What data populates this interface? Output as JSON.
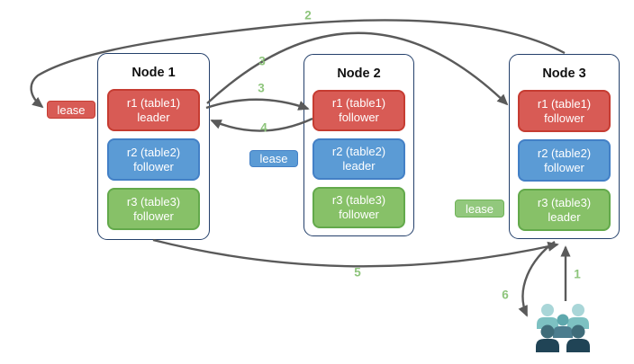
{
  "nodes": [
    {
      "title": "Node 1",
      "replicas": [
        {
          "name": "r1 (table1)",
          "role": "leader",
          "color": "red"
        },
        {
          "name": "r2 (table2)",
          "role": "follower",
          "color": "blue"
        },
        {
          "name": "r3 (table3)",
          "role": "follower",
          "color": "green"
        }
      ]
    },
    {
      "title": "Node 2",
      "replicas": [
        {
          "name": "r1 (table1)",
          "role": "follower",
          "color": "red"
        },
        {
          "name": "r2 (table2)",
          "role": "leader",
          "color": "blue"
        },
        {
          "name": "r3 (table3)",
          "role": "follower",
          "color": "green"
        }
      ]
    },
    {
      "title": "Node 3",
      "replicas": [
        {
          "name": "r1 (table1)",
          "role": "follower",
          "color": "red"
        },
        {
          "name": "r2 (table2)",
          "role": "follower",
          "color": "blue"
        },
        {
          "name": "r3 (table3)",
          "role": "leader",
          "color": "green"
        }
      ]
    }
  ],
  "leases": [
    {
      "label": "lease",
      "color": "red"
    },
    {
      "label": "lease",
      "color": "blue"
    },
    {
      "label": "lease",
      "color": "green"
    }
  ],
  "steps": {
    "s1": "1",
    "s2": "2",
    "s3a": "3",
    "s3b": "3",
    "s4": "4",
    "s5": "5",
    "s6": "6"
  },
  "icons": {
    "users": "users-icon"
  },
  "colors": {
    "replica_red": "#D85B55",
    "replica_red_border": "#C63C32",
    "replica_blue": "#5B9BD5",
    "replica_blue_border": "#4380C6",
    "replica_green": "#87C168",
    "replica_green_border": "#63A94B",
    "lease_green": "#92C87D",
    "node_border": "#24406B",
    "arrow_gray": "#5A5A5A",
    "step_label_green": "#8EC57C",
    "users_light_head": "#A9D6D8",
    "users_light_body": "#7DC1C2",
    "users_mid_head": "#5EA8AD",
    "users_mid_body": "#4C7D8E",
    "users_dark_head": "#3F6C79",
    "users_dark_body": "#204456"
  }
}
